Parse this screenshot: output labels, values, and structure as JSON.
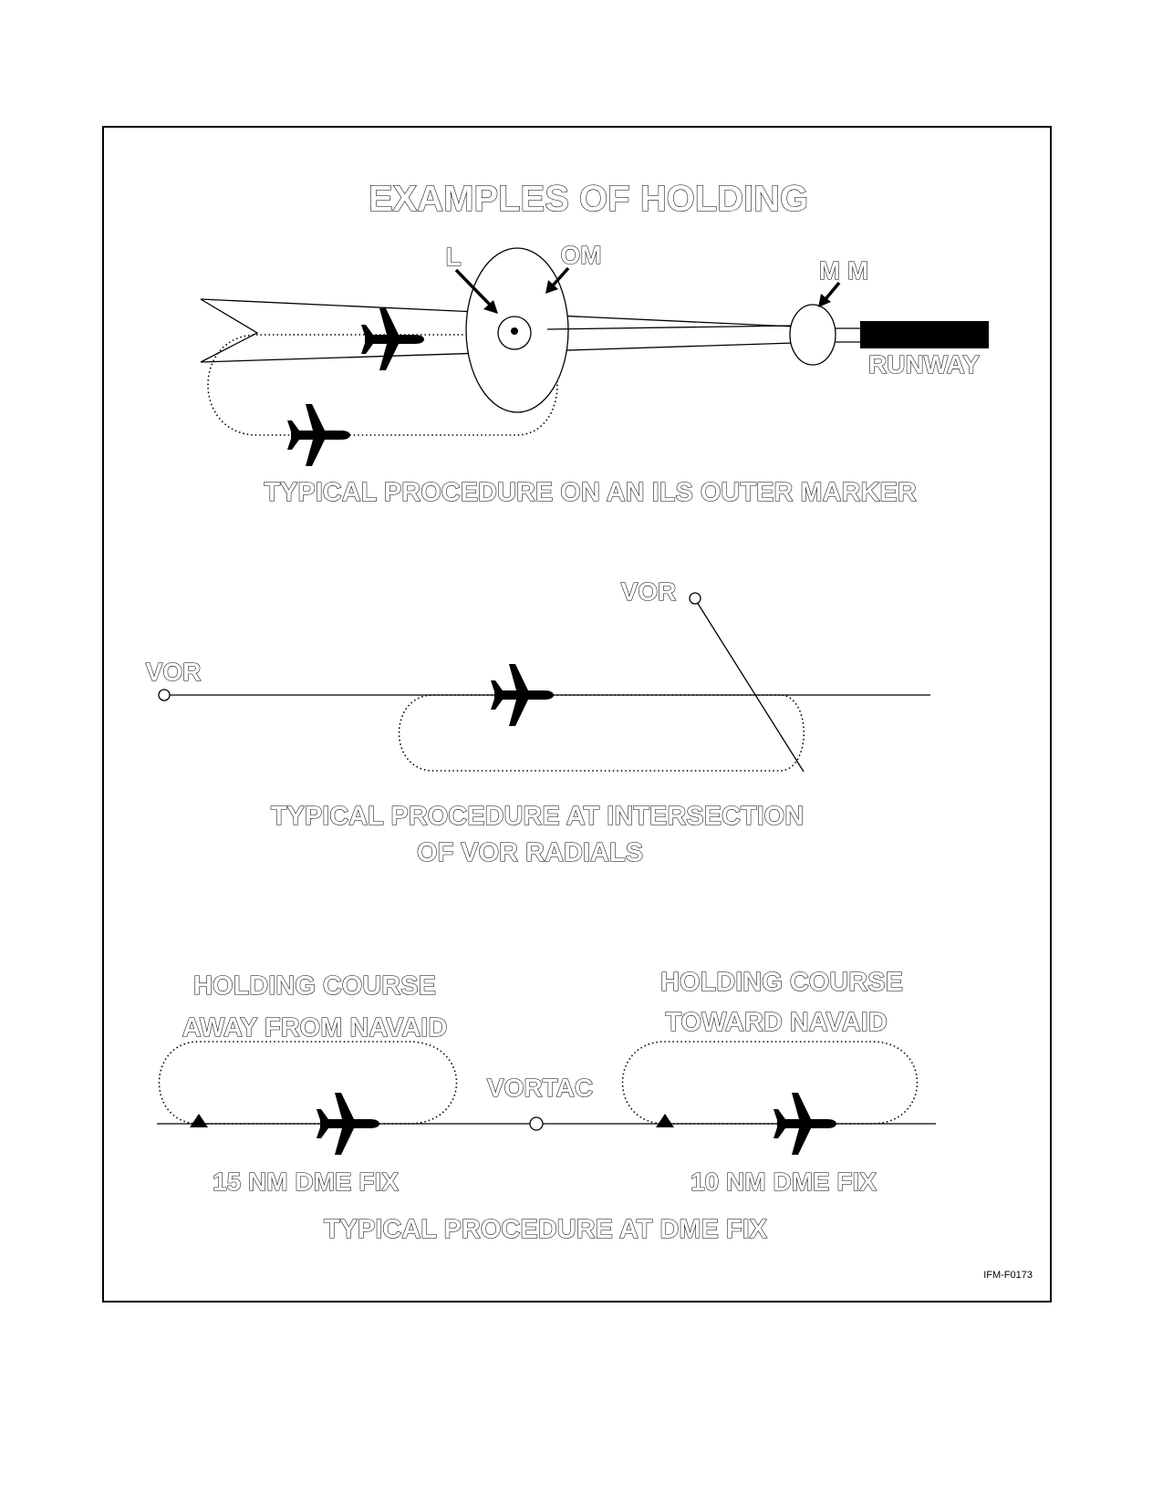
{
  "title": "EXAMPLES OF HOLDING",
  "ils": {
    "label_l": "L",
    "label_om": "OM",
    "label_mm": "M M",
    "label_runway": "RUNWAY",
    "caption": "TYPICAL PROCEDURE ON AN ILS OUTER MARKER"
  },
  "vor": {
    "label_vor_left": "VOR",
    "label_vor_right": "VOR",
    "caption_line1": "TYPICAL PROCEDURE AT INTERSECTION",
    "caption_line2": "OF VOR RADIALS"
  },
  "dme": {
    "away_line1": "HOLDING COURSE",
    "away_line2": "AWAY FROM NAVAID",
    "toward_line1": "HOLDING COURSE",
    "toward_line2": "TOWARD NAVAID",
    "label_vortac": "VORTAC",
    "fix_15": "15 NM DME FIX",
    "fix_10": "10 NM DME FIX",
    "caption": "TYPICAL PROCEDURE AT DME FIX"
  },
  "figure_id": "IFM-F0173",
  "icons": {
    "aircraft": "airplane-icon",
    "navaid": "navaid-circle-icon",
    "fix": "fix-triangle-icon"
  },
  "colors": {
    "ink": "#000000",
    "paper": "#ffffff"
  }
}
